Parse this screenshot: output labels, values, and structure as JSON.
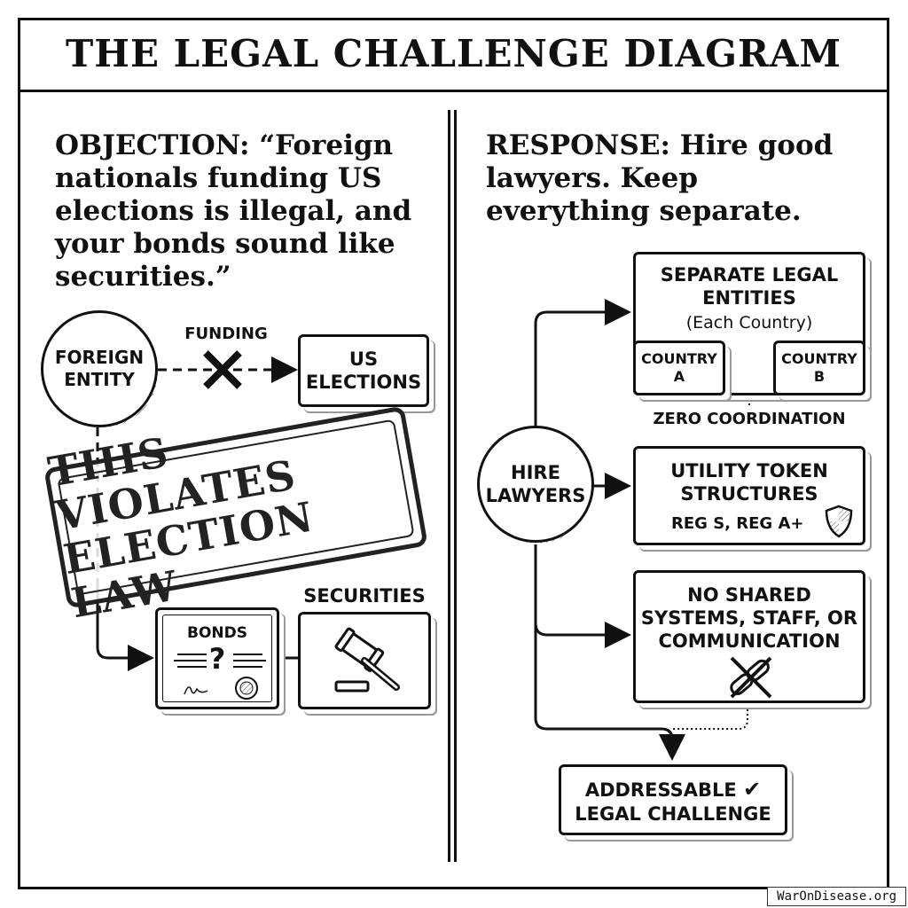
{
  "title": "THE LEGAL CHALLENGE DIAGRAM",
  "objection": {
    "heading_label": "OBJECTION:",
    "heading_lines": [
      "“Foreign",
      "nationals funding US",
      "elections is illegal, and",
      "your bonds sound like",
      "securities.”"
    ],
    "foreign_entity": [
      "FOREIGN",
      "ENTITY"
    ],
    "funding_label": "FUNDING",
    "us_elections": [
      "US",
      "ELECTIONS"
    ],
    "stamp_lines": [
      "THIS VIOLATES",
      "ELECTION LAW"
    ],
    "bonds_label": "BONDS",
    "bonds_symbol": "?",
    "securities_label": "SECURITIES"
  },
  "response": {
    "heading_label": "RESPONSE:",
    "heading_lines": [
      "Hire good",
      "lawyers. Keep",
      "everything separate."
    ],
    "hire_lawyers": [
      "HIRE",
      "LAWYERS"
    ],
    "separate_entities": {
      "title": [
        "SEPARATE LEGAL",
        "ENTITIES"
      ],
      "subtitle": "(Each Country)",
      "country_a": [
        "COUNTRY",
        "A"
      ],
      "country_b": [
        "COUNTRY",
        "B"
      ],
      "coordination_label": "ZERO COORDINATION"
    },
    "utility_token": {
      "title": [
        "UTILITY TOKEN",
        "STRUCTURES"
      ],
      "subtitle": "REG S, REG A+"
    },
    "no_shared": [
      "NO SHARED",
      "SYSTEMS, STAFF, OR",
      "COMMUNICATION"
    ],
    "result": [
      "ADDRESSABLE",
      "LEGAL CHALLENGE"
    ],
    "result_mark": "✔"
  },
  "watermark": "WarOnDisease.org"
}
